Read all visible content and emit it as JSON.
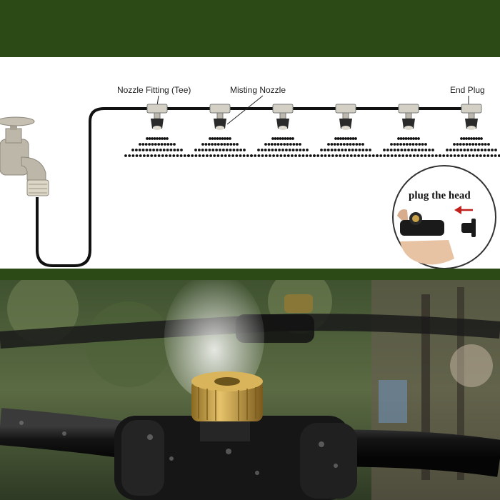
{
  "colors": {
    "band": "#2b4a15",
    "tube": "#111111",
    "faucet": "#b9b3a6",
    "brass": "#c9a24a",
    "arrow": "#c0211d"
  },
  "diagram": {
    "labels": {
      "nozzle_fitting": "Nozzle Fitting (Tee)",
      "misting_nozzle": "Misting Nozzle",
      "end_plug": "End Plug"
    },
    "inset": {
      "caption": "plug the head"
    },
    "icons": [
      "faucet-icon",
      "tee-fitting-icon",
      "nozzle-icon",
      "spray-pattern-icon",
      "end-plug-icon",
      "arrow-left-icon"
    ]
  },
  "photo": {
    "subject": "misting-nozzle-photo"
  }
}
